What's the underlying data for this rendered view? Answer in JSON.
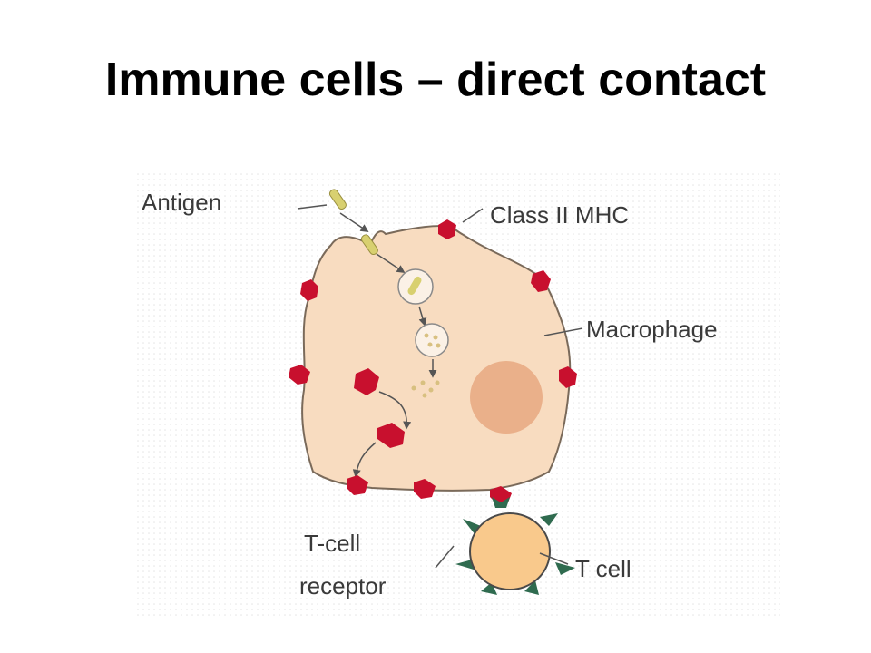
{
  "slide": {
    "title": "Immune cells – direct contact"
  },
  "diagram": {
    "labels": {
      "antigen": "Antigen",
      "class_ii_mhc": "Class II MHC",
      "macrophage": "Macrophage",
      "t_cell_receptor_line1": "T-cell",
      "t_cell_receptor_line2": "receptor",
      "t_cell": "T cell"
    },
    "colors": {
      "macrophage_fill": "#f8dcc0",
      "macrophage_outline": "#7a6a5a",
      "nucleus": "#eab08a",
      "mhc": "#c8102e",
      "receptor": "#2f6b4f",
      "t_cell_fill": "#f9c98c",
      "label_text": "#3a3a3a"
    }
  }
}
